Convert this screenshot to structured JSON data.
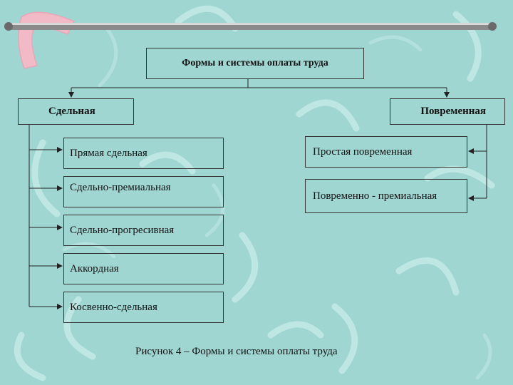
{
  "diagram": {
    "root": "Формы и системы оплаты труда",
    "left_branch": {
      "label": "Сдельная",
      "items": [
        "Прямая сдельная",
        "Сдельно-премиальная",
        "Сдельно-прогресивная",
        "Аккордная",
        "Косвенно-сдельная"
      ]
    },
    "right_branch": {
      "label": "Повременная",
      "items": [
        "Простая повременная",
        "Повременно - премиальная"
      ]
    }
  },
  "caption": "Рисунок 4 – Формы и системы оплаты труда",
  "colors": {
    "background": "#9fd6d2",
    "boomerang_pink": "#f2b9c6",
    "pattern": "#c9ece8",
    "bar": "#7e7e7e",
    "line": "#222222"
  }
}
